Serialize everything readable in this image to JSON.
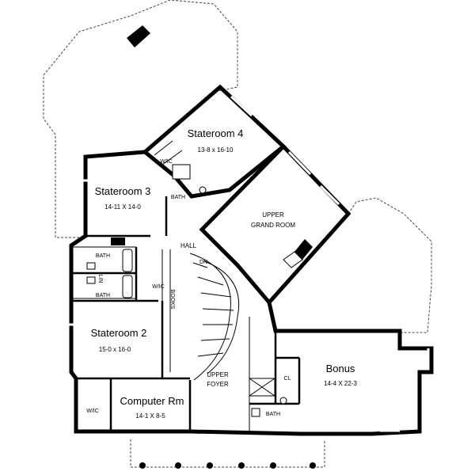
{
  "rooms": {
    "stateroom4": {
      "name": "Stateroom 4",
      "dims": "13-8 x 16-10"
    },
    "stateroom3": {
      "name": "Stateroom 3",
      "dims": "14-11 X 14-0"
    },
    "stateroom2": {
      "name": "Stateroom 2",
      "dims": "15-0 x 16-0"
    },
    "computer": {
      "name": "Computer Rm",
      "dims": "14-1 X 8-5"
    },
    "bonus": {
      "name": "Bonus",
      "dims": "14-4 X 22-3"
    },
    "grand_room": {
      "line1": "UPPER",
      "line2": "GRAND ROOM"
    },
    "foyer": {
      "line1": "UPPER",
      "line2": "FOYER"
    }
  },
  "labels": {
    "hall": "HALL",
    "dn": "DN",
    "bath_top": "BATH",
    "bath_left": "BATH",
    "bath_lower": "BATH",
    "bath_bonus": "BATH",
    "wic_top": "W/IC",
    "wic_mid": "W/IC",
    "wic_bottom": "W/IC",
    "lin": "LIN",
    "books": "BOOKS",
    "cl": "CL"
  }
}
